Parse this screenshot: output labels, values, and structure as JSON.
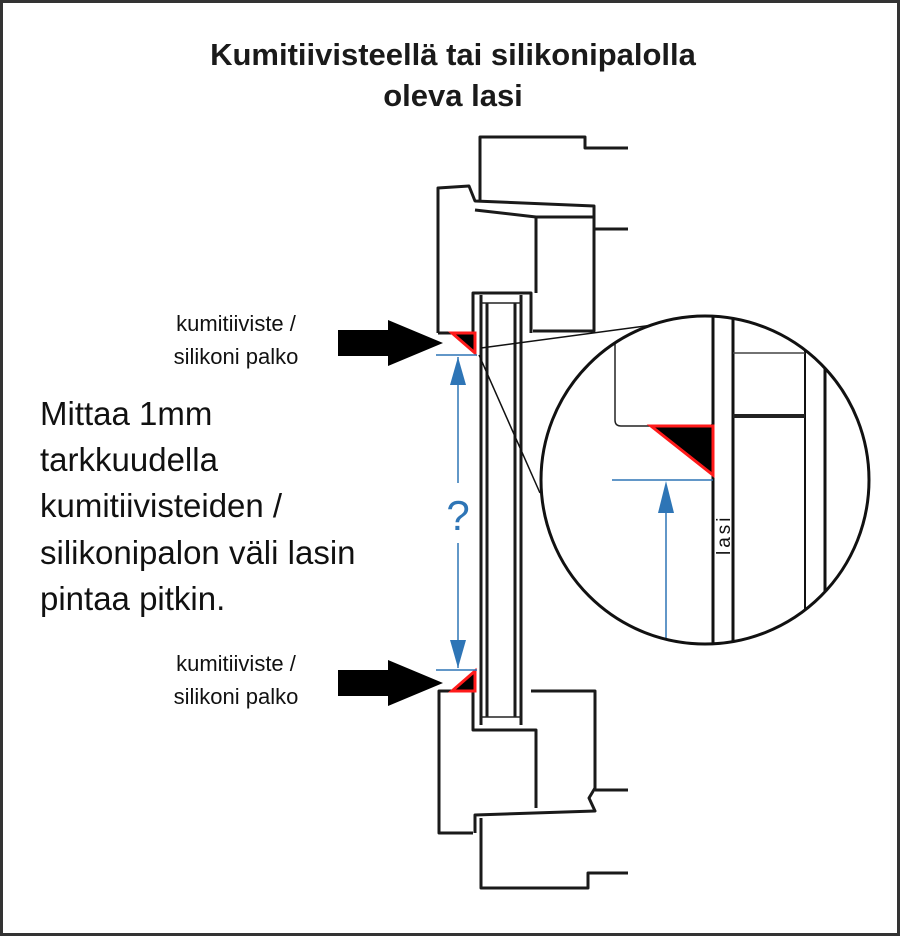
{
  "title": {
    "line1": "Kumitiivisteellä tai silikonipalolla",
    "line2": "oleva lasi"
  },
  "labels": {
    "top_seal": {
      "line1": "kumitiiviste /",
      "line2": "silikoni palko"
    },
    "bottom_seal": {
      "line1": "kumitiiviste /",
      "line2": "silikoni palko"
    },
    "instruction": [
      "Mittaa 1mm",
      "tarkkuudella",
      "kumitiivisteiden /",
      "silikonipalon väli lasin",
      "pintaa pitkin."
    ],
    "question_mark": "?",
    "glass_label": "lasi"
  },
  "colors": {
    "seal_outline": "#ff1a1a",
    "dimension": "#2e75b6",
    "line": "#1a1a1a"
  }
}
